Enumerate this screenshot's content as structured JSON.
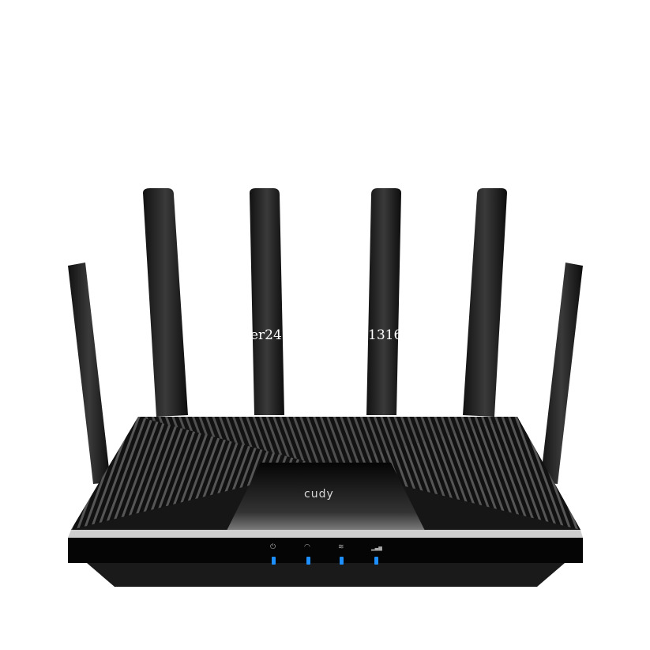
{
  "product": {
    "brand_logo": "cudy",
    "watermark_left": "her24",
    "watermark_right": "1316"
  },
  "leds": [
    {
      "icon": "power-icon",
      "glyph": "⏻",
      "color": "#1e8fff"
    },
    {
      "icon": "internet-icon",
      "glyph": "◠",
      "color": "#1e8fff"
    },
    {
      "icon": "wifi-icon",
      "glyph": "≋",
      "color": "#1e8fff"
    },
    {
      "icon": "signal-icon",
      "glyph": "▂▄▆",
      "color": "#1e8fff"
    }
  ]
}
